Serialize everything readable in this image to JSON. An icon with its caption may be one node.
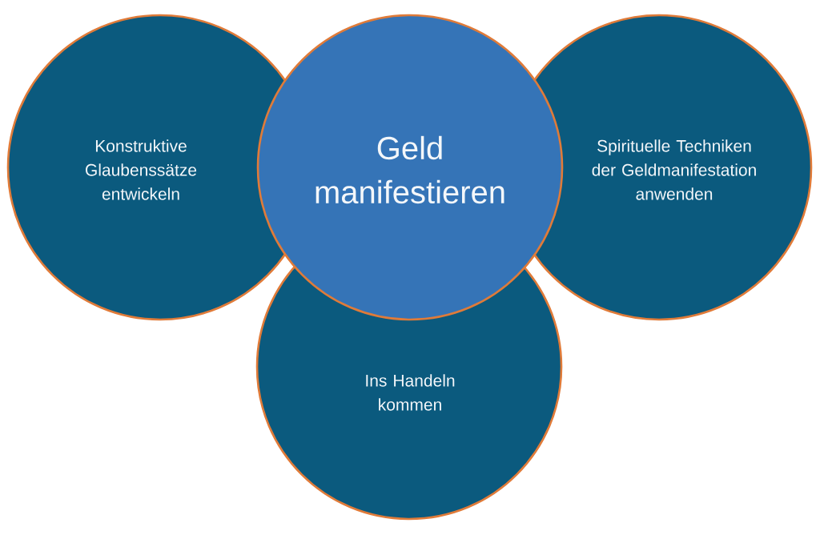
{
  "diagram": {
    "nodes": [
      {
        "text": [
          "Konstruktive Glaubenssätze entwickeln"
        ]
      },
      {
        "text": [
          "Geld manifestieren"
        ]
      },
      {
        "text": [
          "Spirituelle Techniken der Geldmanifestation anwenden"
        ]
      },
      {
        "text": [
          "Ins Handeln kommen"
        ]
      }
    ]
  }
}
